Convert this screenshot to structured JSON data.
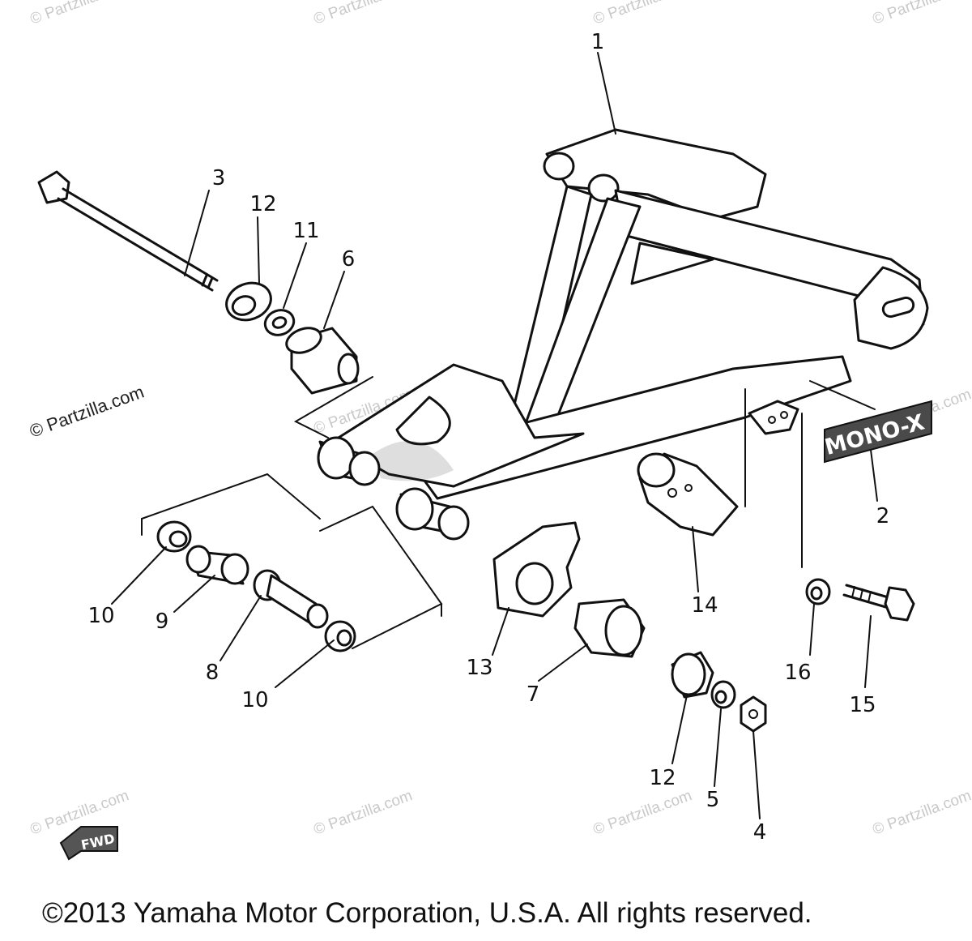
{
  "watermarks": {
    "site": "© Partzilla.com",
    "top_partial": "© Partzilla"
  },
  "labels": {
    "monox": "MONO-X",
    "fwd": "FWD"
  },
  "callouts": [
    "1",
    "2",
    "3",
    "4",
    "5",
    "6",
    "7",
    "8",
    "9",
    "10",
    "10",
    "11",
    "12",
    "12",
    "13",
    "14",
    "15",
    "16"
  ],
  "copyright": "©2013 Yamaha Motor Corporation, U.S.A. All rights reserved."
}
